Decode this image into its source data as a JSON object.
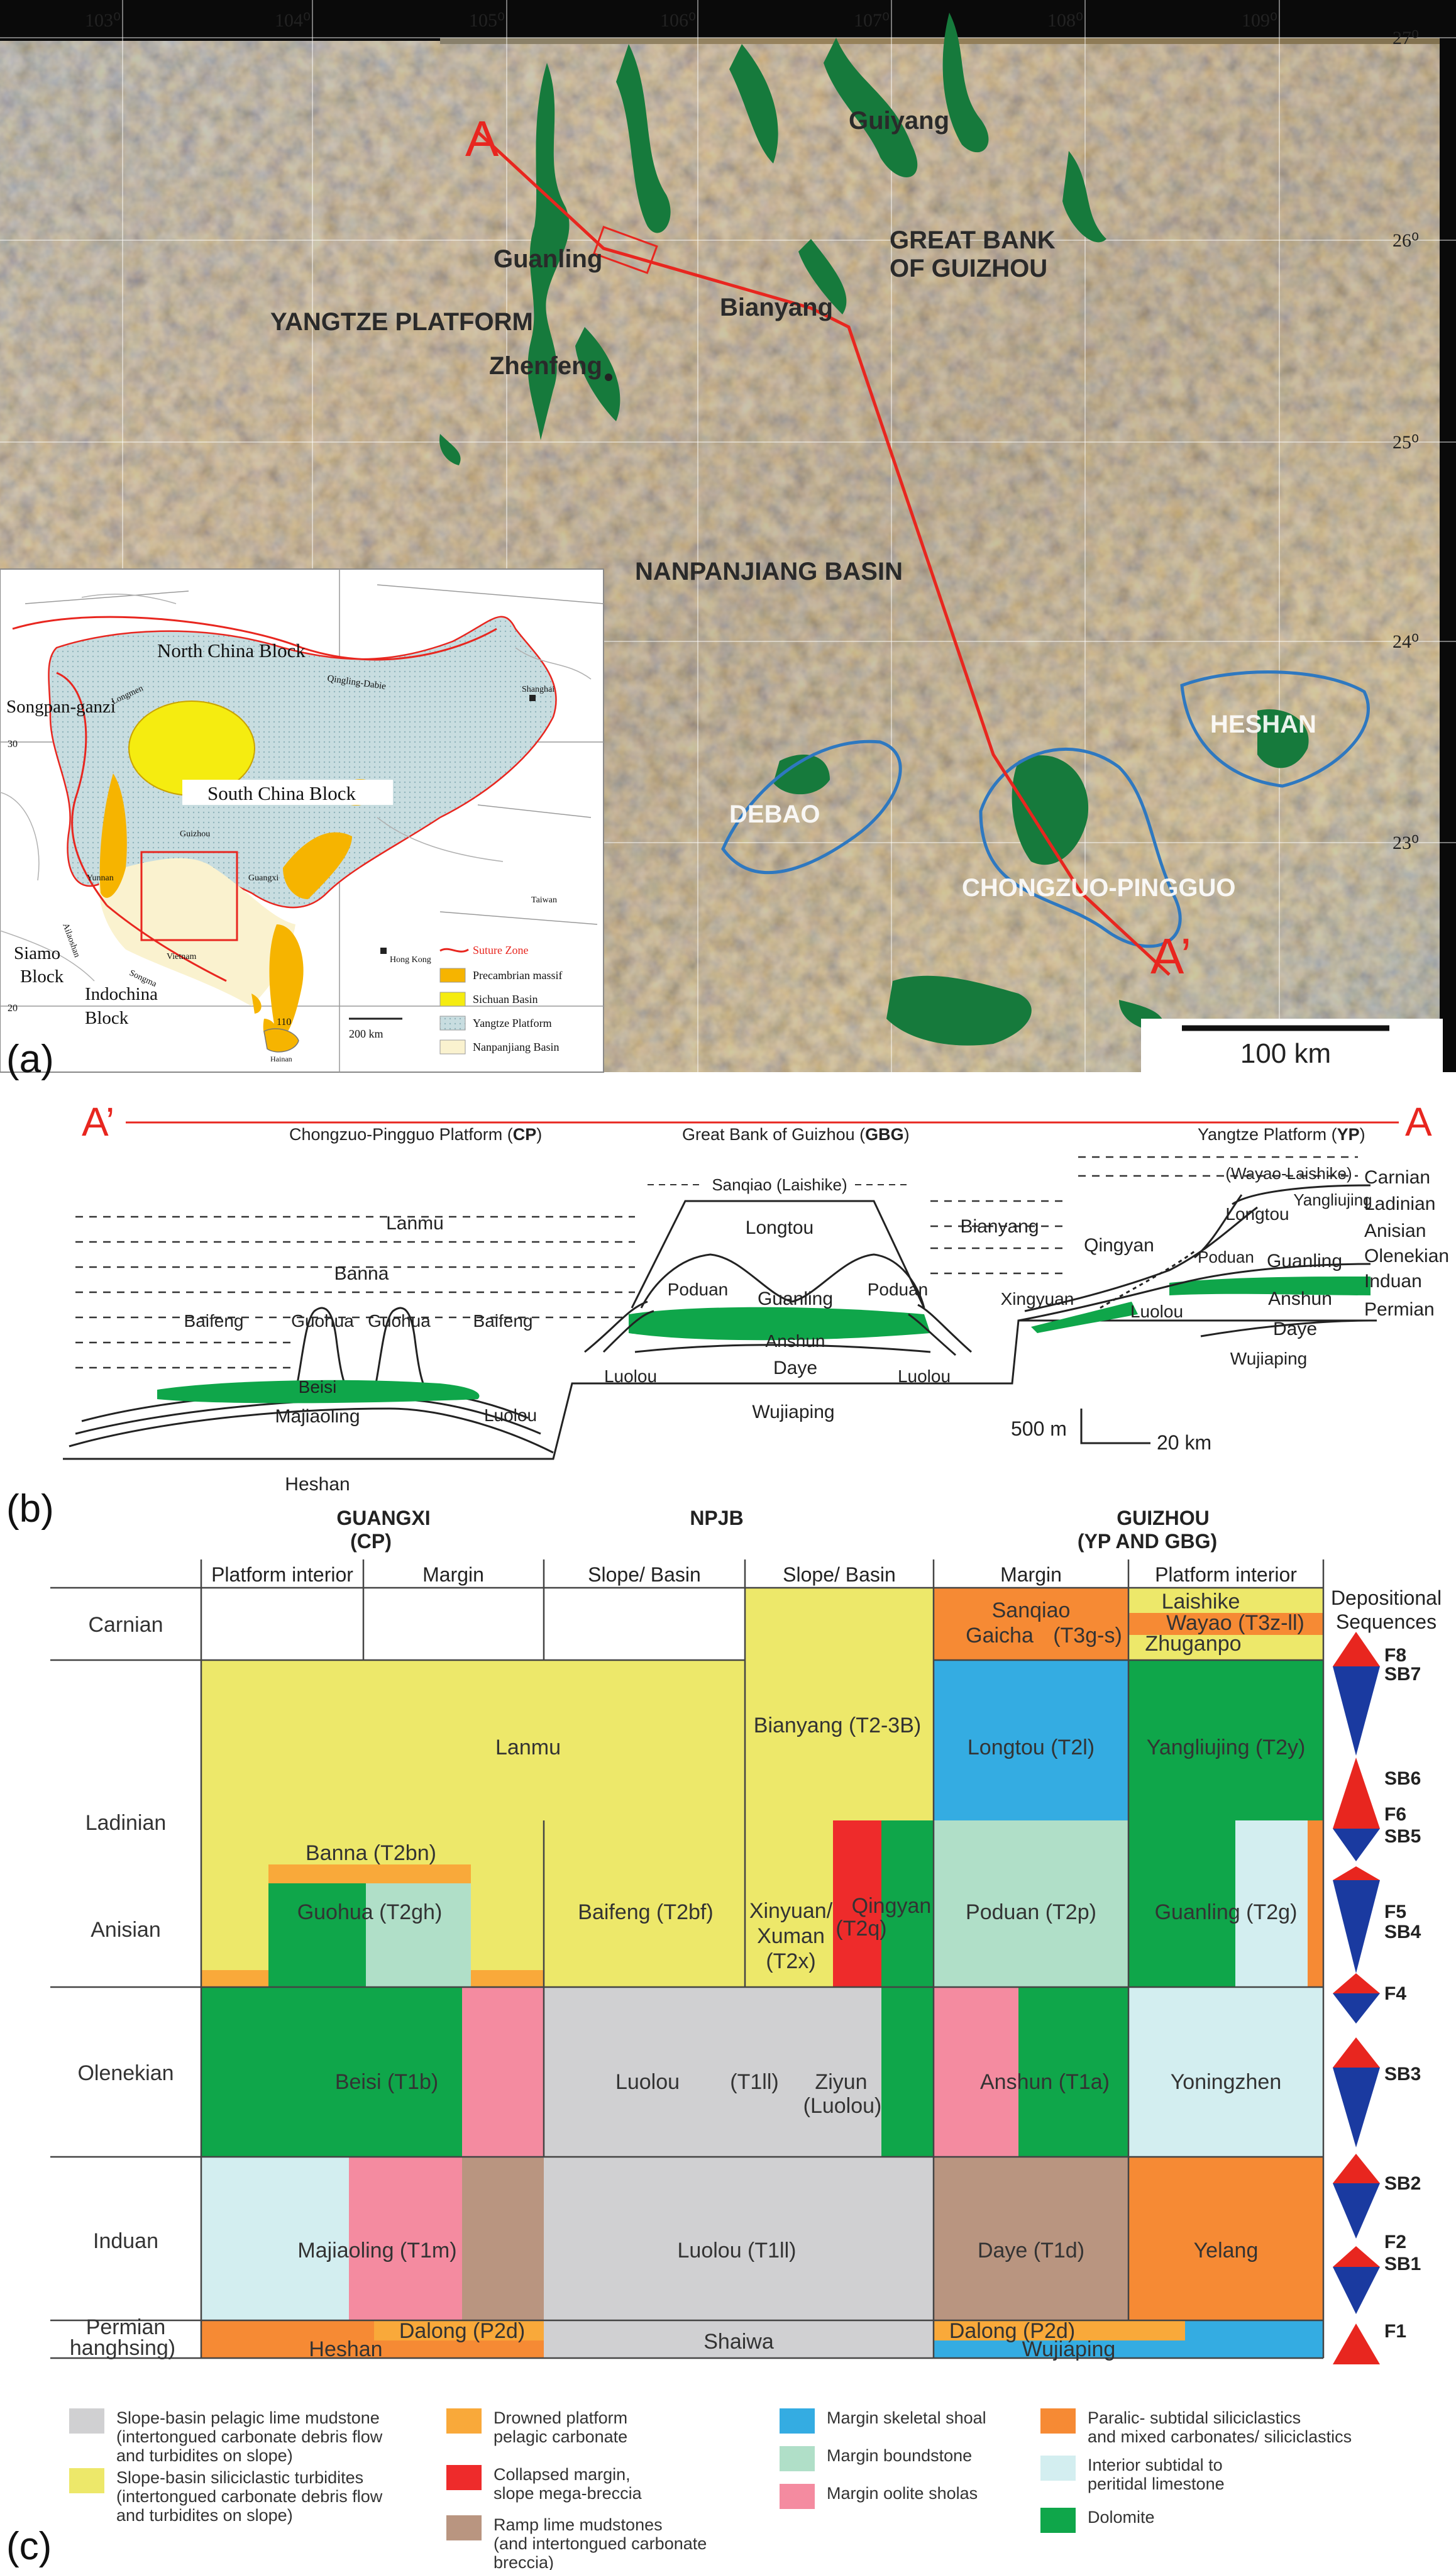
{
  "map": {
    "lon_labels": [
      "103⁰",
      "104⁰",
      "105⁰",
      "106⁰",
      "107⁰",
      "108⁰",
      "109⁰"
    ],
    "lat_labels": [
      "27⁰",
      "26⁰",
      "25⁰",
      "24⁰",
      "23⁰"
    ],
    "labels": {
      "guiyang": "Guiyang",
      "great_bank_1": "GREAT BANK",
      "great_bank_2": "OF GUIZHOU",
      "guanling": "Guanling",
      "bianyang": "Bianyang",
      "yangtze_platform": "YANGTZE PLATFORM",
      "zhenfeng": "Zhenfeng",
      "nanpanjiang_basin": "NANPANJIANG BASIN",
      "heshan": "HESHAN",
      "debao": "DEBAO",
      "chongzuo_pingguo": "CHONGZUO-PINGGUO",
      "point_a": "A",
      "point_a_prime": "A’"
    },
    "scale": "100 km",
    "inset": {
      "north_china_block": "North China Block",
      "songpan_ganzi": "Songpan-ganzi",
      "south_china_block": "South China Block",
      "siamo_block_1": "Siamo",
      "siamo_block_2": "Block",
      "indochina_1": "Indochina",
      "indochina_2": "Block",
      "longmen": "Longmen",
      "qinling_dabie": "Qingling-Dabie",
      "shanghai": "Shanghai",
      "guizhou": "Guizhou",
      "yunnan": "Yunnan",
      "guangxi": "Guangxi",
      "vietnam": "Vietnam",
      "ailaoshan": "Ailaoshan",
      "songma": "Songma",
      "taiwan": "Taiwan",
      "hong_kong": "Hong Kong",
      "hainan": "Hainan",
      "lat_30": "30",
      "lat_20": "20",
      "lon_110": "110",
      "scale": "200 km",
      "legend": [
        "Suture Zone",
        "Precambrian massif",
        "Sichuan Basin",
        "Yangtze Platform",
        "Nanpanjiang Basin"
      ]
    },
    "panel_label": "(a)"
  },
  "section": {
    "panel_label": "(b)",
    "a_prime": "A’",
    "a": "A",
    "titles": {
      "cp_prefix": "Chongzuo-Pingguo Platform (",
      "cp_code": "CP",
      "gbg_prefix": "Great Bank of Guizhou (",
      "gbg_code": "GBG",
      "yp_prefix": "Yangtze Platform (",
      "yp_code": "YP",
      "close": ")"
    },
    "stages": [
      "Carnian",
      "Ladinian",
      "Anisian",
      "Olenekian",
      "Induan",
      "Permian"
    ],
    "units": {
      "lanmu": "Lanmu",
      "banna": "Banna",
      "baifeng_l": "Baifeng",
      "guohua_1": "Guohua",
      "guohua_2": "Guohua",
      "baifeng_r": "Baifeng",
      "beisi": "Beisi",
      "majiaoling": "Majiaoling",
      "luolou_cp": "Luolou",
      "heshan": "Heshan",
      "sanqiao": "Sanqiao (Laishike)",
      "longtou_gbg": "Longtou",
      "poduan_l": "Poduan",
      "guanling_gbg": "Guanling",
      "poduan_r": "Poduan",
      "anshun_gbg": "Anshun",
      "daye_gbg": "Daye",
      "luolou_gbg_l": "Luolou",
      "luolou_gbg_r": "Luolou",
      "wujiaping_gbg": "Wujiaping",
      "bianyang": "Bianyang",
      "qingyan": "Qingyan",
      "xingyuan": "Xingyuan",
      "wayao_laishike": "(Wayao-Laishike)",
      "yangliujing": "Yangliujing",
      "longtou_yp": "Longtou",
      "poduan_yp": "Poduan",
      "guanling_yp": "Guanling",
      "anshun_yp": "Anshun",
      "luolou_yp": "Luolou",
      "daye_yp": "Daye",
      "wujiaping_yp": "Wujiaping"
    },
    "scale_v": "500 m",
    "scale_h": "20 km"
  },
  "chart_data": {
    "type": "table",
    "panel_label": "(c)",
    "regions": {
      "guangxi_1": "GUANGXI",
      "guangxi_2": "(CP)",
      "npjb": "NPJB",
      "guizhou_1": "GUIZHOU",
      "guizhou_2": "(YP AND GBG)"
    },
    "columns": [
      "Platform interior",
      "Margin",
      "Slope/ Basin",
      "Slope/ Basin",
      "Margin",
      "Platform interior"
    ],
    "depositional_header_1": "Depositional",
    "depositional_header_2": "Sequences",
    "stages": [
      "Carnian",
      "Ladinian",
      "Anisian",
      "Olenekian",
      "Induan"
    ],
    "permian_1": "Permian",
    "permian_2": "hanghsing)",
    "cells": {
      "lanmu": "Lanmu",
      "banna": "Banna (T2bn)",
      "guohua": "Guohua (T2gh)",
      "baifeng": "Baifeng (T2bf)",
      "bianyang": "Bianyang (T2-3B)",
      "xinyuan_1": "Xinyuan/",
      "xinyuan_2": "Xuman",
      "xinyuan_3": "(T2x)",
      "qingyan_1": "Qingyan",
      "qingyan_2": "(T2q)",
      "sanqiao_1": "Sanqiao",
      "sanqiao_2": "Gaicha",
      "sanqiao_3": "(T3g-s)",
      "laishike": "Laishike",
      "wayao": "Wayao (T3z-ll)",
      "zhuganpo": "Zhuganpo",
      "longtou": "Longtou (T2l)",
      "yangliujing": "Yangliujing (T2y)",
      "poduan": "Poduan (T2p)",
      "guanling": "Guanling (T2g)",
      "beisi": "Beisi (T1b)",
      "luolou_ol_1": "Luolou",
      "luolou_ol_2": "(T1ll)",
      "ziyun_1": "Ziyun",
      "ziyun_2": "(Luolou)",
      "anshun": "Anshun (T1a)",
      "yoningzhen": "Yoningzhen",
      "majiaoling": "Majiaoling (T1m)",
      "luolou_in": "Luolou (T1ll)",
      "daye": "Daye (T1d)",
      "yelang": "Yelang",
      "dalong_cp": "Dalong (P2d)",
      "heshan": "Heshan",
      "shaiwa": "Shaiwa",
      "dalong_gz": "Dalong (P2d)",
      "wujiaping": "Wujiaping"
    },
    "sequences": [
      "F8",
      "SB7",
      "SB6",
      "F6",
      "SB5",
      "F5",
      "SB4",
      "F4",
      "SB3",
      "SB2",
      "F2",
      "SB1",
      "F1"
    ],
    "legend": [
      {
        "label_1": "Slope-basin pelagic lime mudstone",
        "label_2": "(intertongued carbonate debris flow",
        "label_3": "and turbidites on slope)",
        "color": "#d0d0d2"
      },
      {
        "label_1": "Slope-basin siliciclastic turbidites",
        "label_2": "(intertongued carbonate debris flow",
        "label_3": "and turbidites on slope)",
        "color": "#ede86a"
      },
      {
        "label_1": "Drowned platform",
        "label_2": "pelagic carbonate",
        "label_3": "",
        "color": "#f9a93a"
      },
      {
        "label_1": "Collapsed margin,",
        "label_2": "slope mega-breccia",
        "label_3": "",
        "color": "#ee2b2b"
      },
      {
        "label_1": "Ramp lime mudstones",
        "label_2": "(and  intertongued carbonate",
        "label_3": "breccia)",
        "color": "#b99580"
      },
      {
        "label_1": "Margin skeletal shoal",
        "label_2": "",
        "label_3": "",
        "color": "#34ace2"
      },
      {
        "label_1": "Margin boundstone",
        "label_2": "",
        "label_3": "",
        "color": "#b0dfc8"
      },
      {
        "label_1": "Margin oolite sholas",
        "label_2": "",
        "label_3": "",
        "color": "#f48ba0"
      },
      {
        "label_1": "Paralic- subtidal siliciclastics",
        "label_2": "and mixed carbonates/ siliciclastics",
        "label_3": "",
        "color": "#f68a34"
      },
      {
        "label_1": "Interior subtidal to",
        "label_2": "peritidal limestone",
        "label_3": "",
        "color": "#d3eef0"
      },
      {
        "label_1": "Dolomite",
        "label_2": "",
        "label_3": "",
        "color": "#0fa64a"
      }
    ]
  }
}
